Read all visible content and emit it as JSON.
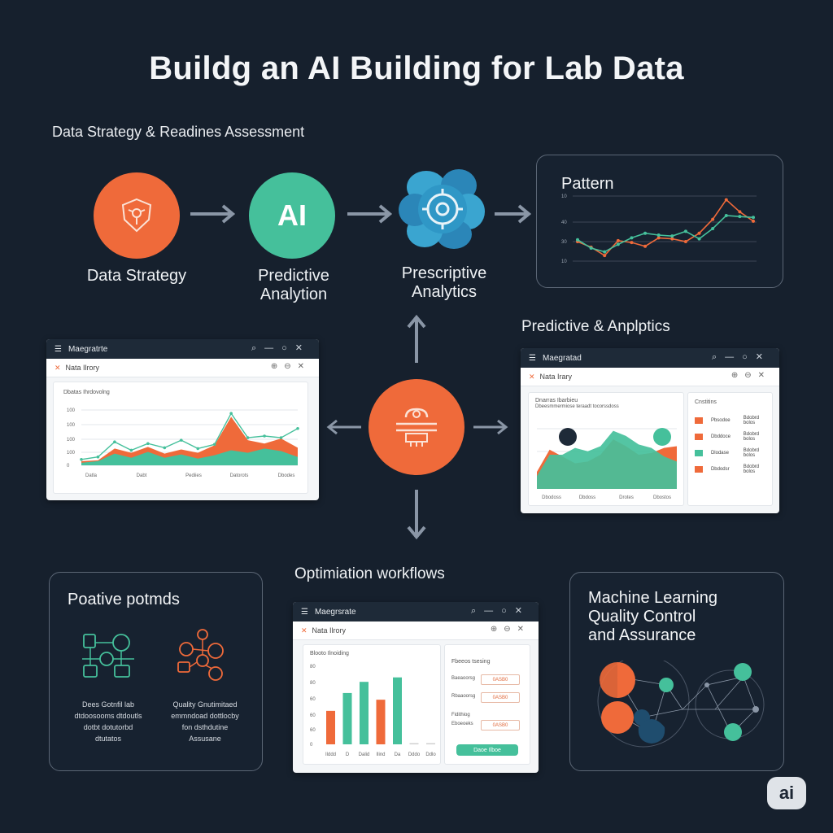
{
  "title": "Buildg an AI Building for Lab Data",
  "subtitle": "Data Strategy & Readines Assessment",
  "colors": {
    "orange": "#ef6a3a",
    "teal": "#45c09b",
    "blue": "#2c8fc2",
    "navy": "#16202d"
  },
  "stages": [
    {
      "label_1": "Data Strategy",
      "label_2": "",
      "icon": "network-shield-icon"
    },
    {
      "label_1": "Predictive",
      "label_2": "Analytion",
      "icon_text": "AI"
    },
    {
      "label_1": "Prescriptive",
      "label_2": "Analytics",
      "icon": "gear-cluster-icon"
    }
  ],
  "pattern_panel": {
    "title": "Pattern",
    "y_ticks": [
      "10",
      "40",
      "30",
      "10"
    ]
  },
  "predictive_heading": "Predictive & Anplptics",
  "optimization_heading": "Optimiation workflows",
  "window_left": {
    "title": "Maegratrte",
    "sub": "Nata Ilrory",
    "chart_title": "Dbatas Ihrdovolng",
    "y_ticks": [
      "100",
      "100",
      "100",
      "100",
      "0"
    ],
    "x_ticks": [
      "Datla",
      "Dabt",
      "Pediies",
      "Datorots",
      "Dbodes"
    ]
  },
  "window_right": {
    "title": "Maegratad",
    "sub": "Nata Irary",
    "chart_title": "Dnarras Ibarbieu",
    "chart_sub": "Dbeesmmermiose teraadt tocorssdoss",
    "x_ticks": [
      "Dbodoss",
      "Dbdoss",
      "Drotes",
      "Dbostos"
    ],
    "side_title": "Cnstitins",
    "legend": [
      {
        "label": "Pbsodoe",
        "value": "Bdobrd bolos"
      },
      {
        "label": "Dbddoce",
        "value": "Bdobrd bolos"
      },
      {
        "label": "Dlodase",
        "value": "Bdobrd bolos"
      },
      {
        "label": "Dbdodsr",
        "value": "Bdobrd bolos"
      }
    ]
  },
  "window_bottom": {
    "title": "Maegrsrate",
    "sub": "Nata Ilrory",
    "chart_title": "Blooto Ilnoiding",
    "y_ticks": [
      "80",
      "80",
      "60",
      "60",
      "60",
      "0"
    ],
    "x_ticks": [
      "Ilddd",
      "D",
      "Dalid",
      "Ilind",
      "Da",
      "Dddo",
      "Ddlo"
    ],
    "form_title": "Fbeeos tsesing",
    "fields": [
      {
        "label": "Baeaoorsg",
        "value": "0ASB0"
      },
      {
        "label": "Rbaaoorsg",
        "value": "0ASB0"
      },
      {
        "label": "Eboeoeks",
        "value": "0ASB0"
      }
    ],
    "form_section": "Fidithiog",
    "button_label": "Daoe Ilboe"
  },
  "bottom_left_panel": {
    "title": "Poative potmds",
    "caption_left": [
      "Dees Gotnfil lab",
      "dtdoosooms dtdoutls",
      "dotbt dotutorbd",
      "dtutatos"
    ],
    "caption_right": [
      "Quality Gnutimitaed",
      "emmndoad dottlocby",
      "fon dsthdutine",
      "Assusane"
    ]
  },
  "ml_panel": {
    "title_1": "Machine Learning",
    "title_2": "Quality Control",
    "title_3": "and Assurance"
  },
  "badge": "ai",
  "chart_data": [
    {
      "type": "line",
      "title": "Pattern",
      "series": [
        {
          "color": "#ef6a3a",
          "values": [
            2.1,
            1.5,
            0.6,
            2.2,
            2.0,
            1.6,
            2.5,
            2.4,
            2.1,
            3.0,
            4.5,
            6.6,
            5.3,
            4.3
          ]
        },
        {
          "color": "#45c09b",
          "values": [
            2.3,
            1.4,
            1.0,
            1.8,
            2.5,
            3.0,
            2.8,
            2.7,
            3.2,
            2.4,
            3.5,
            4.9,
            4.8,
            4.7
          ]
        }
      ]
    },
    {
      "type": "area",
      "title": "Dbatas Ihrdovolng",
      "x": [
        "Datla",
        "Dabt",
        "Pediies",
        "Datorots",
        "Dbodes"
      ],
      "series": [
        {
          "color": "#ef6a3a",
          "values": [
            5,
            6,
            20,
            15,
            22,
            14,
            19,
            15,
            24,
            58,
            30,
            26,
            32,
            21
          ]
        },
        {
          "color": "#45c09b",
          "values": [
            3,
            5,
            14,
            9,
            16,
            9,
            13,
            8,
            12,
            18,
            15,
            20,
            17,
            10
          ]
        },
        {
          "color": "#45c09b",
          "values": [
            7,
            10,
            28,
            18,
            26,
            21,
            30,
            20,
            25,
            62,
            33,
            35,
            33,
            44
          ]
        }
      ]
    },
    {
      "type": "area",
      "title": "Dnarras Ibarbieu",
      "x": [
        "Dbodoss",
        "Dbdoss",
        "Drotes",
        "Dbostos"
      ],
      "series": [
        {
          "color": "#ef6a3a",
          "values": [
            20,
            46,
            38,
            30,
            32,
            40,
            58,
            50,
            40,
            42,
            48,
            50
          ]
        },
        {
          "color": "#45c09b",
          "values": [
            15,
            40,
            40,
            48,
            44,
            50,
            68,
            62,
            52,
            48,
            38,
            32
          ]
        }
      ]
    },
    {
      "type": "bar",
      "title": "Blooto Ilnoiding",
      "categories": [
        "Ilddd",
        "D",
        "Dalid",
        "Ilind",
        "Da",
        "Dddo",
        "Ddlo"
      ],
      "values": [
        30,
        46,
        56,
        40,
        60,
        1,
        1
      ],
      "colors": [
        "#ef6a3a",
        "#45c09b",
        "#45c09b",
        "#ef6a3a",
        "#45c09b",
        "#cccccc",
        "#cccccc"
      ]
    }
  ]
}
